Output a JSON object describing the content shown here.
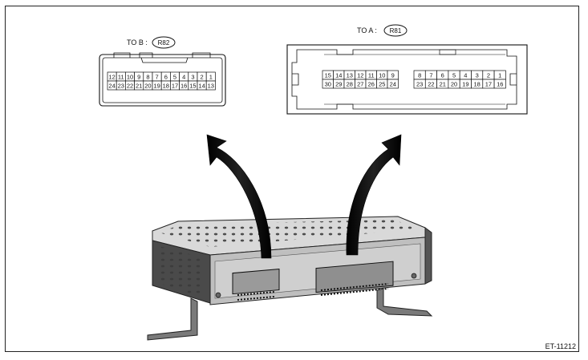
{
  "connector_b": {
    "label_prefix": "TO  B :",
    "code": "R82",
    "row1": [
      "12",
      "11",
      "10",
      "9",
      "8",
      "7",
      "6",
      "5",
      "4",
      "3",
      "2",
      "1"
    ],
    "row2": [
      "24",
      "23",
      "22",
      "21",
      "20",
      "19",
      "18",
      "17",
      "16",
      "15",
      "14",
      "13"
    ]
  },
  "connector_a": {
    "label_prefix": "TO  A :",
    "code": "R81",
    "left_row1": [
      "15",
      "14",
      "13",
      "12",
      "11",
      "10",
      "9"
    ],
    "left_row2": [
      "30",
      "29",
      "28",
      "27",
      "26",
      "25",
      "24"
    ],
    "right_row1": [
      "8",
      "7",
      "6",
      "5",
      "4",
      "3",
      "2",
      "1"
    ],
    "right_row2": [
      "23",
      "22",
      "21",
      "20",
      "19",
      "18",
      "17",
      "16"
    ]
  },
  "figure_id": "ET-11212"
}
